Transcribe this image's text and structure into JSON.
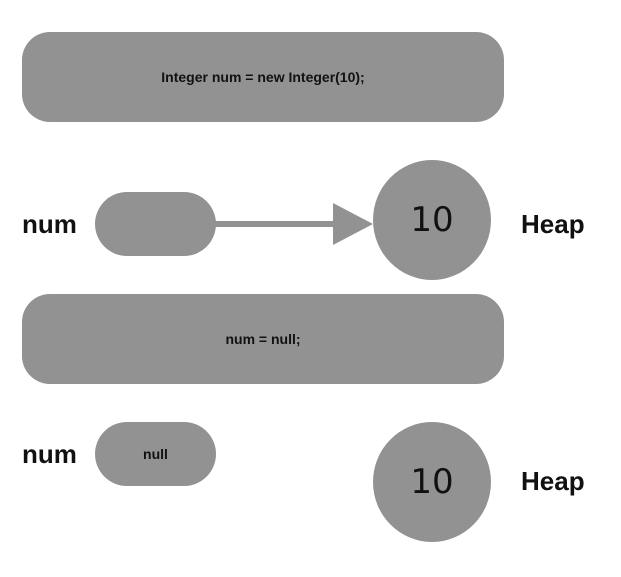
{
  "step1": {
    "code": "Integer num = new Integer(10);",
    "var_label": "num",
    "var_value": "",
    "object_value": "10",
    "heap_label": "Heap"
  },
  "step2": {
    "code": "num = null;",
    "var_label": "num",
    "var_value": "null",
    "object_value": "10",
    "heap_label": "Heap"
  },
  "colors": {
    "shape_fill": "#929292",
    "text": "#111111",
    "background": "#ffffff"
  }
}
